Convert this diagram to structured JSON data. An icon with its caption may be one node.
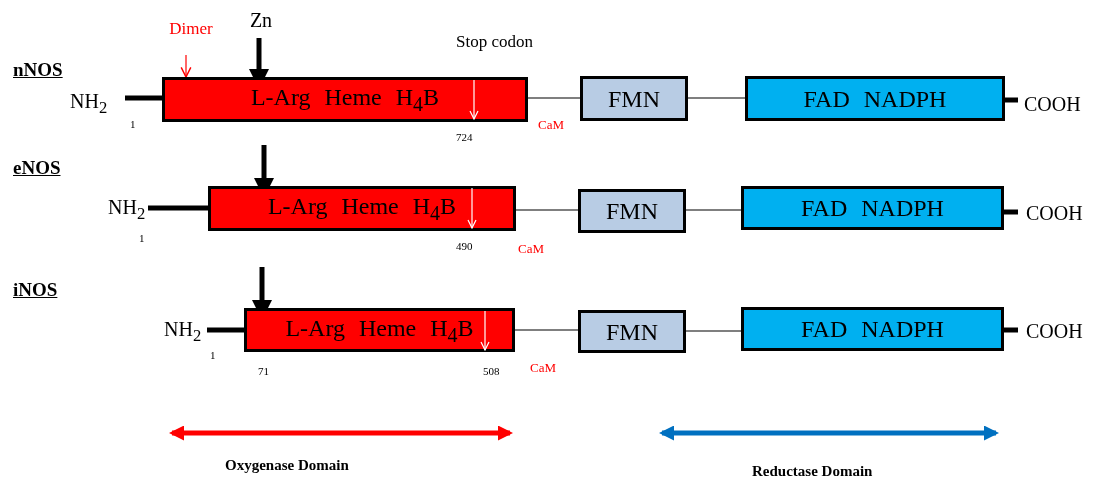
{
  "diagram": {
    "nodes": [
      {
        "text": [
          "Dimer"
        ]
      },
      {
        "text": [
          "Zn"
        ]
      },
      {
        "text": [
          "L-Arg Heme H$_{4}$B"
        ],
        "beside": [
          "NH$_{2}$"
        ]
      },
      {
        "text": [
          "FMN"
        ]
      },
      {
        "text": [
          "FAD NADPH"
        ],
        "beside": [
          "COOH"
        ]
      },
      {
        "text": [
          "L-Arg Heme H$_{4}$B"
        ],
        "beside": [
          "NH$_{2}$"
        ]
      },
      {
        "text": [
          "FMN"
        ]
      },
      {
        "text": [
          "FAD NADPH"
        ],
        "beside": [
          "COOH"
        ]
      },
      {
        "text": [
          "L-Arg Heme H$_{4}$B"
        ],
        "beside": [
          "NH$_{2}$"
        ]
      },
      {
        "text": [
          "FMN"
        ]
      },
      {
        "text": [
          "FAD NADPH"
        ],
        "beside": [
          "COOH"
        ]
      }
    ],
    "edges": [
      {
        "from": 0,
        "to": 2,
        "arrow": "to",
        "color": "#ff0000"
      },
      {
        "from": 1,
        "to": 2,
        "arrow": "to",
        "style": "thick"
      },
      {
        "from": null,
        "to": 5,
        "arrow": "to",
        "style": "thick"
      },
      {
        "from": null,
        "to": 8,
        "arrow": "to",
        "style": "thick"
      },
      {
        "from": 2,
        "to": 3,
        "arrow": "none"
      },
      {
        "from": 3,
        "to": 4,
        "arrow": "none"
      },
      {
        "from": 5,
        "to": 6,
        "arrow": "none"
      },
      {
        "from": 6,
        "to": 7,
        "arrow": "none"
      },
      {
        "from": 8,
        "to": 9,
        "arrow": "none"
      },
      {
        "from": 9,
        "to": 10,
        "arrow": "none"
      }
    ],
    "labels": [
      "Stop codon",
      "nNOS",
      "1",
      "724",
      "CaM",
      "eNOS",
      "1",
      "490",
      "CaM",
      "iNOS",
      "1",
      "71",
      "508",
      "CaM",
      "Oxygenase Domain",
      "Reductase Domain"
    ]
  }
}
